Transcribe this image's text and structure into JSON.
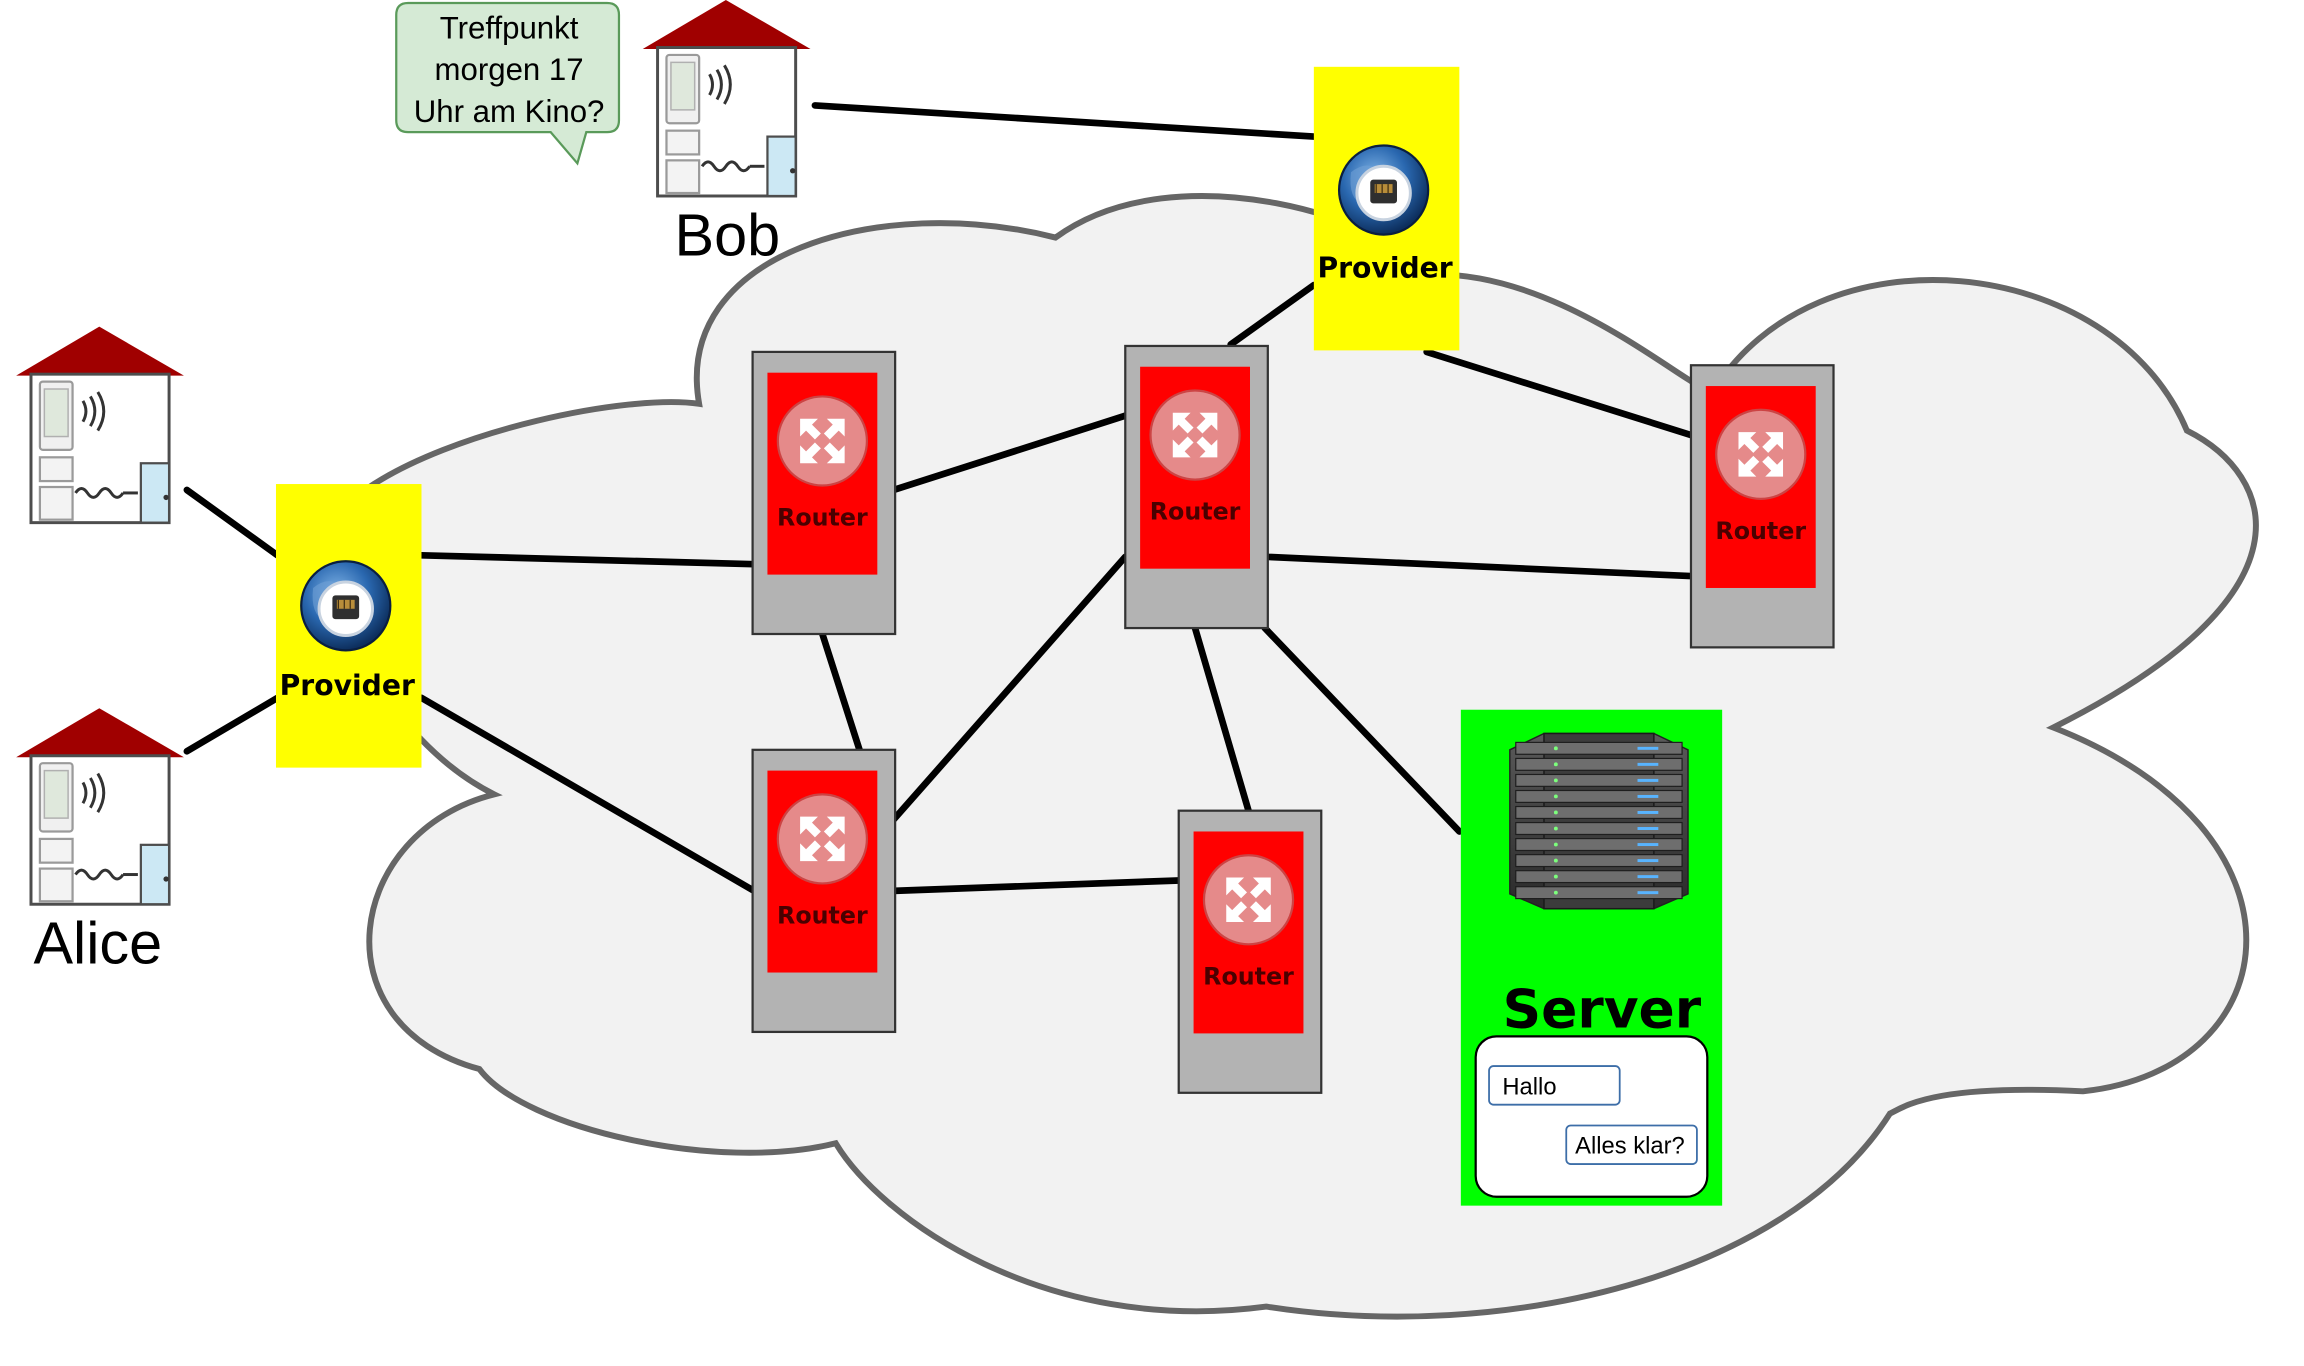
{
  "people": {
    "bob": "Bob",
    "alice": "Alice"
  },
  "bob_bubble": {
    "line1": "Treffpunkt",
    "line2": "morgen 17",
    "line3": "Uhr am Kino?"
  },
  "provider_label": "Provider",
  "router_label": "Router",
  "server": {
    "label": "Server",
    "chat": [
      "Hallo",
      "Alles klar?"
    ]
  },
  "colors": {
    "provider": "#ffff00",
    "router": "#ff0000",
    "router_frame": "#b3b3b3",
    "server": "#00ff00",
    "cloud": "#f2f2f2",
    "bubble": "#d5ead5",
    "roof": "#a00000"
  }
}
